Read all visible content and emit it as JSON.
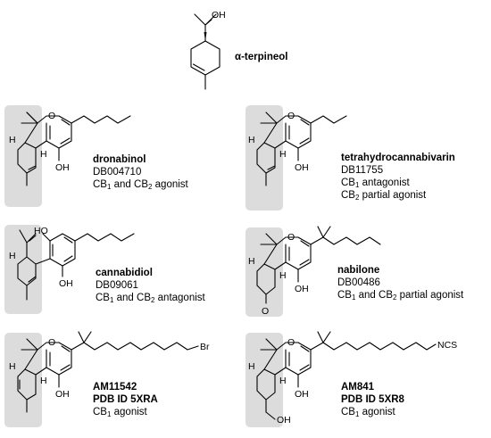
{
  "molecules": [
    {
      "key": "terpineol",
      "name": "α-terpineol"
    },
    {
      "key": "dronabinol",
      "name": "dronabinol",
      "id": "DB004710",
      "activity": [
        {
          "pre": "CB",
          "sub": "1",
          "mid": " and CB",
          "sub2": "2",
          "post": " agonist"
        }
      ]
    },
    {
      "key": "thcv",
      "name": "tetrahydrocannabivarin",
      "id": "DB11755",
      "activity": [
        {
          "pre": "CB",
          "sub": "1",
          "post": " antagonist"
        },
        {
          "pre": "CB",
          "sub": "2",
          "post": " partial agonist"
        }
      ]
    },
    {
      "key": "cbd",
      "name": "cannabidiol",
      "id": "DB09061",
      "activity": [
        {
          "pre": "CB",
          "sub": "1",
          "mid": " and CB",
          "sub2": "2",
          "post": " antagonist"
        }
      ]
    },
    {
      "key": "nabilone",
      "name": "nabilone",
      "id": "DB00486",
      "activity": [
        {
          "pre": "CB",
          "sub": "1",
          "mid": " and CB",
          "sub2": "2",
          "post": " partial agonist"
        }
      ]
    },
    {
      "key": "am11542",
      "name": "AM11542",
      "id": "PDB ID 5XRA",
      "activity": [
        {
          "pre": "CB",
          "sub": "1",
          "post": " agonist"
        }
      ]
    },
    {
      "key": "am841",
      "name": "AM841",
      "id": "PDB ID 5XR8",
      "activity": [
        {
          "pre": "CB",
          "sub": "1",
          "post": " agonist"
        }
      ]
    }
  ],
  "atoms": {
    "O": "O",
    "H": "H",
    "OH": "OH",
    "HO": "HO",
    "Br": "Br",
    "NCS": "NCS"
  }
}
